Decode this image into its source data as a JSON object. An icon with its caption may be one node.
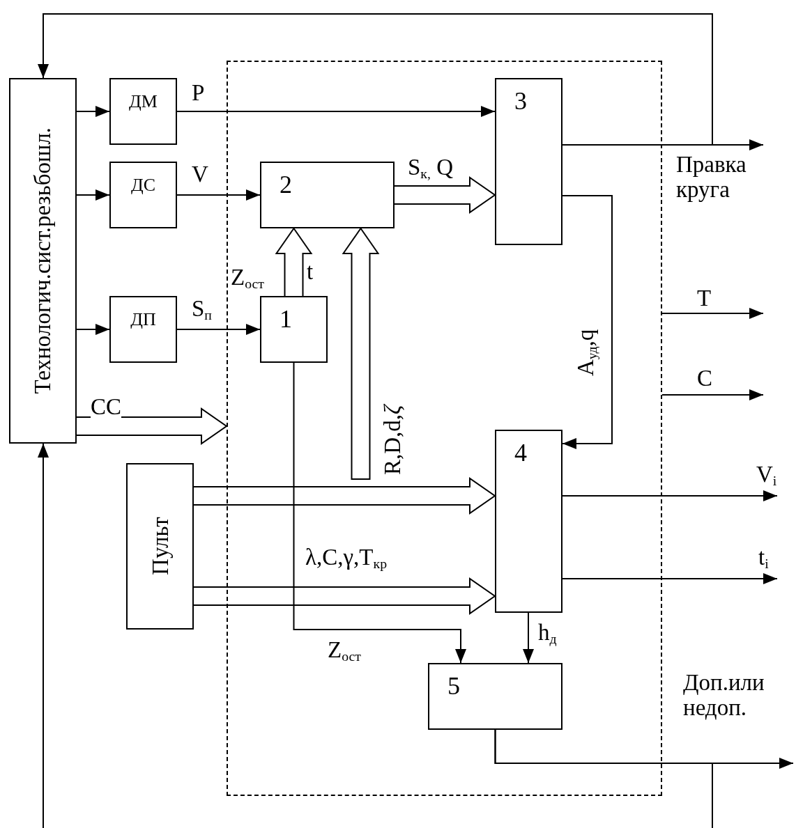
{
  "diagram": {
    "nodes": [
      {
        "text": [],
        "shape": "box"
      },
      {
        "text": [
          "Технологич.сист.резьбошл."
        ]
      },
      {
        "text": [
          "ДМ"
        ]
      },
      {
        "text": [
          "ДС"
        ]
      },
      {
        "text": [
          "ДП"
        ]
      },
      {
        "text": [
          "2"
        ],
        "in": 0
      },
      {
        "text": [
          "1"
        ],
        "in": 0
      },
      {
        "text": [
          "3"
        ],
        "in": 0
      },
      {
        "text": [
          "4"
        ],
        "in": 0
      },
      {
        "text": [
          "5"
        ],
        "in": 0
      },
      {
        "text": [
          "Пульт"
        ]
      }
    ],
    "edges": [
      {
        "from": 1,
        "to": 2,
        "arrow": "to"
      },
      {
        "from": 1,
        "to": 3,
        "arrow": "to"
      },
      {
        "from": 1,
        "to": 4,
        "arrow": "to"
      },
      {
        "from": 2,
        "to": 7,
        "arrow": "to",
        "label": "P"
      },
      {
        "from": 3,
        "to": 5,
        "arrow": "to",
        "label": "V"
      },
      {
        "from": 4,
        "to": 6,
        "arrow": "to",
        "label": "S$_{п}$"
      },
      {
        "from": 5,
        "to": 7,
        "arrow": "to",
        "label": "S$_{к,}$ Q",
        "style": "thick"
      },
      {
        "from": 6,
        "to": 5,
        "arrow": "to",
        "label": "Z$_{ост}$",
        "style": "thick"
      },
      {
        "from": null,
        "to": 5,
        "arrow": "to",
        "label": "R,D,d,*ζ*",
        "style": "thick"
      },
      {
        "from": 1,
        "to": 0,
        "arrow": "to",
        "label": "CC",
        "style": "thick"
      },
      {
        "from": 7,
        "to": null,
        "arrow": "to",
        "label": "Правка круга"
      },
      {
        "from": 7,
        "to": 1,
        "arrow": "to"
      },
      {
        "from": 0,
        "to": null,
        "arrow": "to",
        "label": "T"
      },
      {
        "from": 0,
        "to": null,
        "arrow": "to",
        "label": "C"
      },
      {
        "from": 7,
        "to": 8,
        "arrow": "to",
        "label": "A$_{уд}$,q"
      },
      {
        "from": 10,
        "to": 8,
        "arrow": "to",
        "style": "thick"
      },
      {
        "from": 10,
        "to": 8,
        "arrow": "to",
        "label": "λ,C,γ,T$_{кр}$",
        "style": "thick"
      },
      {
        "from": 8,
        "to": null,
        "arrow": "to",
        "label": "V$_{i}$"
      },
      {
        "from": 8,
        "to": null,
        "arrow": "to",
        "label": "t$_{i}$"
      },
      {
        "from": 6,
        "to": 9,
        "arrow": "to",
        "label": "Z$_{ост}$"
      },
      {
        "from": 8,
        "to": 9,
        "arrow": "to",
        "label": "h$_{д}$"
      },
      {
        "from": 9,
        "to": null,
        "arrow": "to",
        "label": "Доп.или недоп."
      },
      {
        "from": 9,
        "to": null,
        "arrow": "none"
      },
      {
        "from": null,
        "to": 1,
        "arrow": "to"
      }
    ],
    "labels": [
      "t"
    ]
  }
}
